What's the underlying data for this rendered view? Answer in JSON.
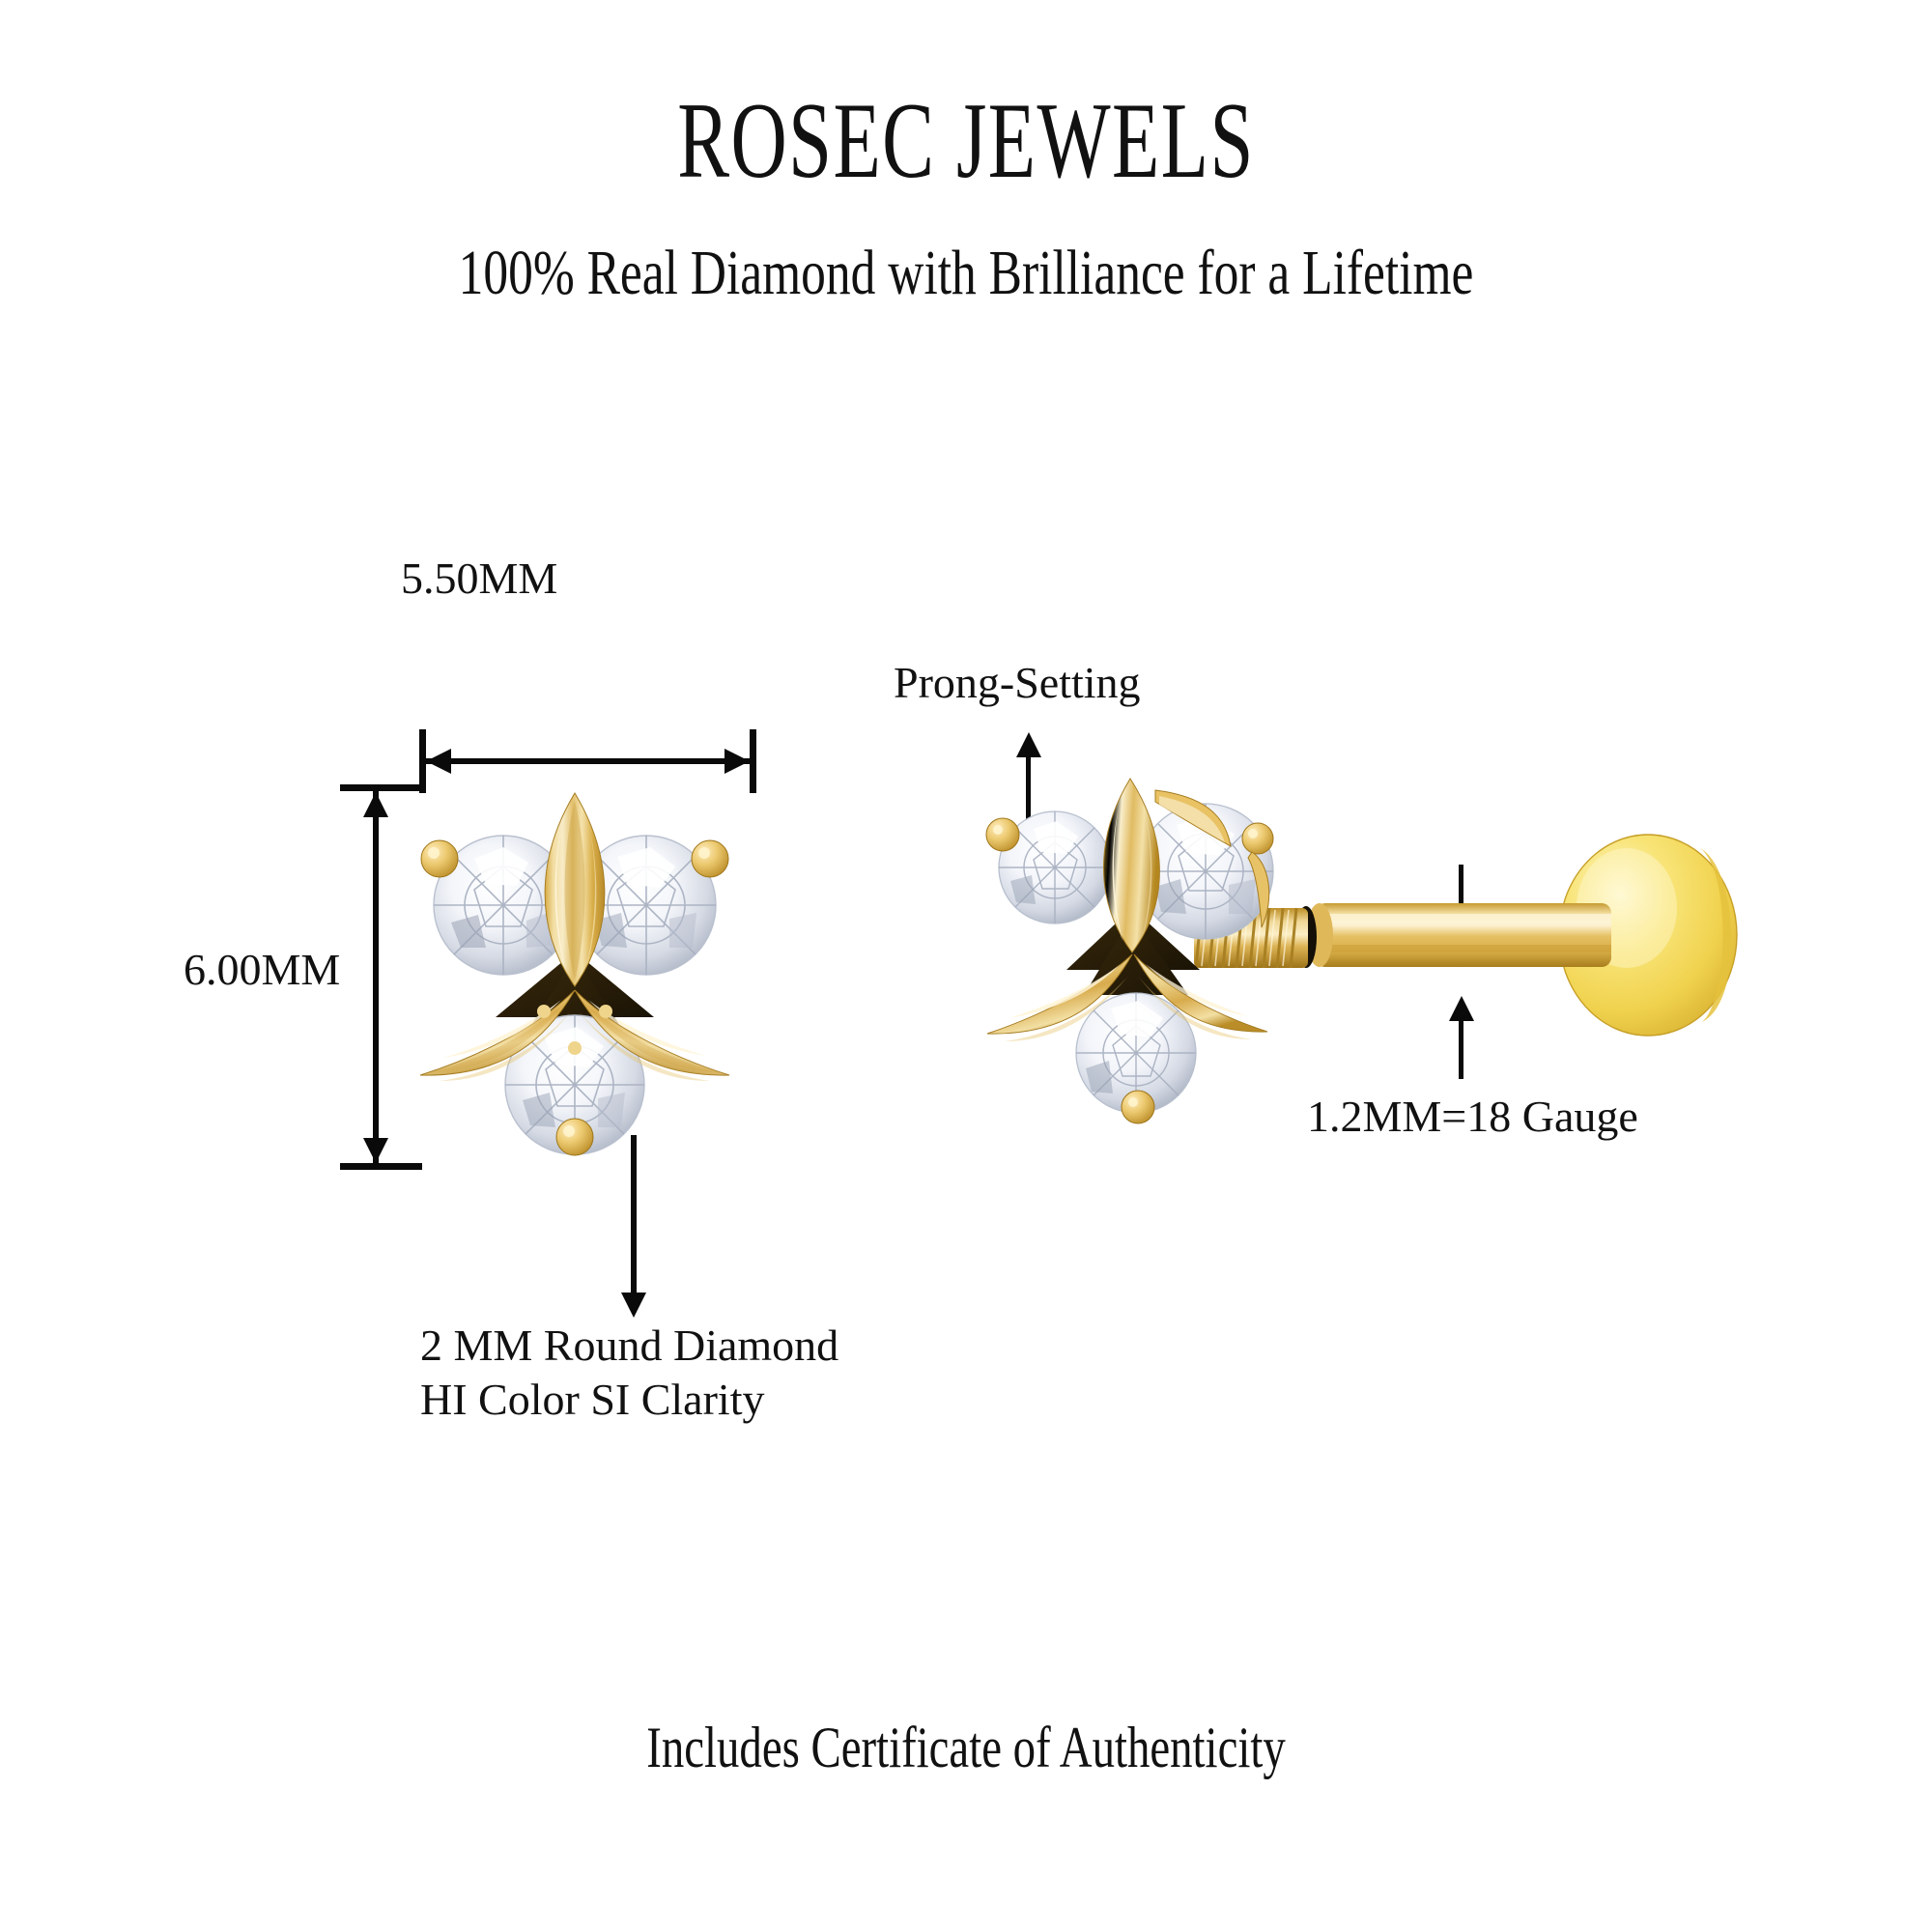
{
  "header": {
    "brand": "ROSEC JEWELS",
    "tagline": "100% Real Diamond with Brilliance for a Lifetime"
  },
  "footer": {
    "certificate": "Includes Certificate of Authenticity"
  },
  "annotations": {
    "width_dimension": "5.50MM",
    "height_dimension": "6.00MM",
    "prong_setting": "Prong-Setting",
    "gauge": "1.2MM=18 Gauge",
    "diamond_spec_line1": "2 MM Round Diamond",
    "diamond_spec_line2": "HI Color SI Clarity"
  },
  "product": {
    "type": "flower-cluster-labret-stud-earring",
    "petal_count": 3,
    "diamond_count": 3,
    "views": [
      {
        "name": "front-view",
        "label": "flower face with dimension callouts"
      },
      {
        "name": "side-view",
        "label": "flower with threaded labret post and flat back disc"
      }
    ],
    "post": {
      "parts": [
        "threaded-screw-section",
        "smooth-shaft",
        "flat-back-disc"
      ]
    }
  },
  "colors": {
    "gold_light": "#f7e6b4",
    "gold_mid": "#e8c567",
    "gold_deep": "#c9992f",
    "gold_shadow": "#8a6414",
    "diamond_light": "#ffffff",
    "diamond_shade": "#c3c9d6",
    "diamond_deep": "#8d96a8",
    "ink": "#0a0a0a",
    "background": "#ffffff"
  }
}
